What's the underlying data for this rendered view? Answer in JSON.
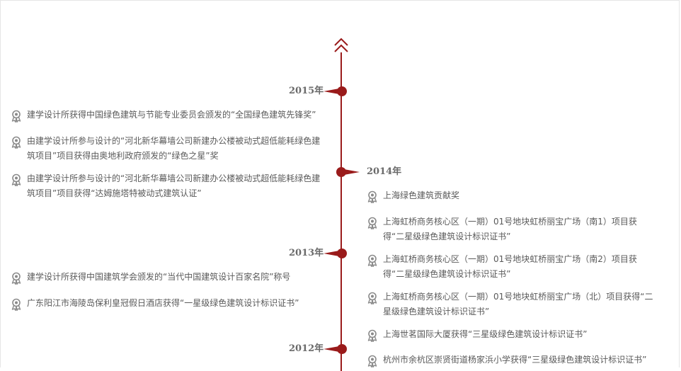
{
  "timeline": {
    "years": [
      {
        "label": "2015年"
      },
      {
        "label": "2014年"
      },
      {
        "label": "2013年"
      },
      {
        "label": "2012年"
      }
    ],
    "left_items": [
      {
        "text": "建学设计所获得中国绿色建筑与节能专业委员会颁发的“全国绿色建筑先锋奖”"
      },
      {
        "text": "由建学设计所参与设计的“河北新华幕墙公司新建办公楼被动式超低能耗绿色建筑项目”项目获得由奥地利政府颁发的“绿色之星”奖"
      },
      {
        "text": "由建学设计所参与设计的“河北新华幕墙公司新建办公楼被动式超低能耗绿色建筑项目”项目获得“达姆施塔特被动式建筑认证”"
      },
      {
        "text": "建学设计所获得中国建筑学会颁发的“当代中国建筑设计百家名院”称号"
      },
      {
        "text": "广东阳江市海陵岛保利皇冠假日酒店获得“一星级绿色建筑设计标识证书”"
      }
    ],
    "right_items": [
      {
        "text": "上海绿色建筑贡献奖"
      },
      {
        "text": "上海虹桥商务核心区（一期）01号地块虹桥丽宝广场（南1）项目获得“二星级绿色建筑设计标识证书”"
      },
      {
        "text": "上海虹桥商务核心区（一期）01号地块虹桥丽宝广场（南2）项目获得“二星级绿色建筑设计标识证书”"
      },
      {
        "text": "上海虹桥商务核心区（一期）01号地块虹桥丽宝广场（北）项目获得“二星级绿色建筑设计标识证书”"
      },
      {
        "text": "上海世茗国际大厦获得“三星级绿色建筑设计标识证书”"
      },
      {
        "text": "杭州市余杭区崇贤街道杨家浜小学获得“三星级绿色建筑设计标识证书”"
      }
    ]
  },
  "colors": {
    "accent": "#9a1b1b",
    "text": "#5a5a5a",
    "year": "#6a6a6a"
  },
  "icons": {
    "top": "double-chevron-up-icon",
    "item": "medal-icon"
  }
}
